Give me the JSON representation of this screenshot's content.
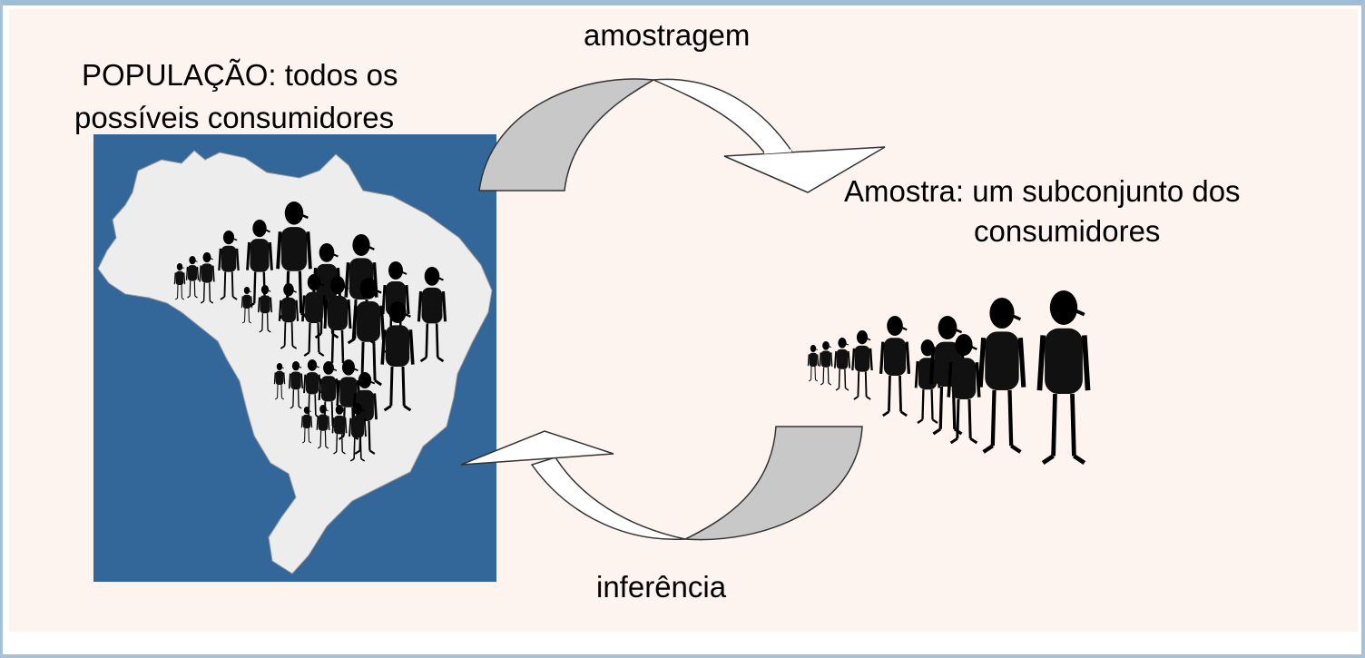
{
  "diagram": {
    "sampling_label": "amostragem",
    "population_label_line1": "POPULAÇÃO: todos os",
    "population_label_line2": "possíveis consumidores",
    "sample_label_line1": "Amostra: um subconjunto dos",
    "sample_label_line2": "consumidores",
    "inference_label": "inferência"
  },
  "colors": {
    "slide_background": "#fdf4ef",
    "frame": "#a7c2d8",
    "map_background": "#336699",
    "map_land": "#ededed",
    "arrow_shade": "#c8c8c8",
    "figures": "#000000"
  },
  "icons": [
    "brazil-map-icon",
    "crowd-icon",
    "sample-crowd-icon",
    "sampling-arrow-icon",
    "inference-arrow-icon"
  ]
}
